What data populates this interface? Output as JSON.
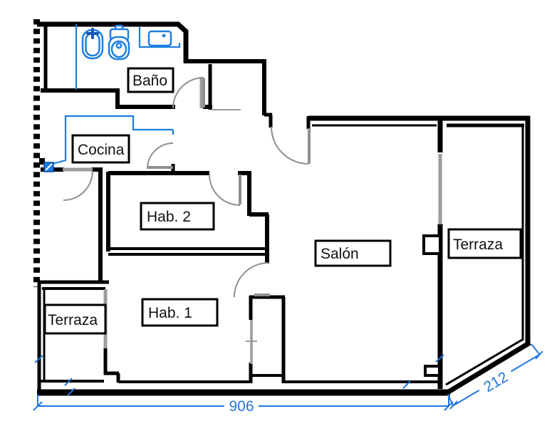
{
  "colors": {
    "wall": "#000000",
    "plumbing": "#1c7ee0",
    "dimension": "#2176dd",
    "door": "#8f8f8f",
    "window": "#9c9c9c",
    "background": "#ffffff"
  },
  "rooms": {
    "bano": {
      "label": "Baño"
    },
    "cocina": {
      "label": "Cocina"
    },
    "hab2": {
      "label": "Hab. 2"
    },
    "salon": {
      "label": "Salón"
    },
    "terraza_right": {
      "label": "Terraza"
    },
    "terraza_left": {
      "label": "Terraza"
    },
    "hab1": {
      "label": "Hab. 1"
    }
  },
  "dimensions": {
    "bottom_width": {
      "value": "906"
    },
    "terrace_edge": {
      "value": "212"
    }
  },
  "icons": [
    "bidet-icon",
    "toilet-icon",
    "sink-icon",
    "floor-drain-icon"
  ]
}
